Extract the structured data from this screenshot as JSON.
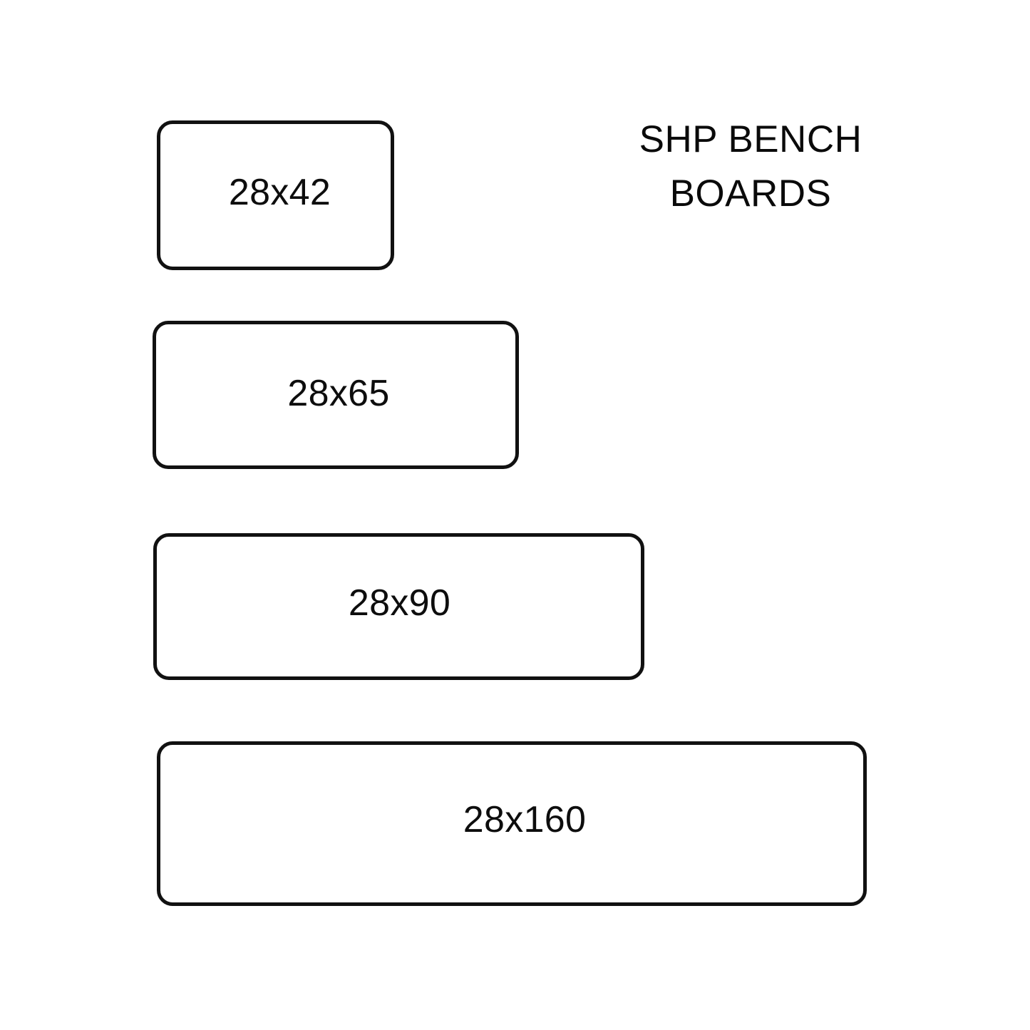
{
  "page": {
    "background_color": "#ffffff",
    "stroke_color": "#111111",
    "text_color": "#0d0d0d"
  },
  "title": {
    "line1": "SHP BENCH",
    "line2": "BOARDS",
    "full": "SHP BENCH BOARDS"
  },
  "boards": [
    {
      "label": "28x42",
      "width_mm": 42,
      "thickness_mm": 28
    },
    {
      "label": "28x65",
      "width_mm": 65,
      "thickness_mm": 28
    },
    {
      "label": "28x90",
      "width_mm": 90,
      "thickness_mm": 28
    },
    {
      "label": "28x160",
      "width_mm": 160,
      "thickness_mm": 28
    }
  ]
}
